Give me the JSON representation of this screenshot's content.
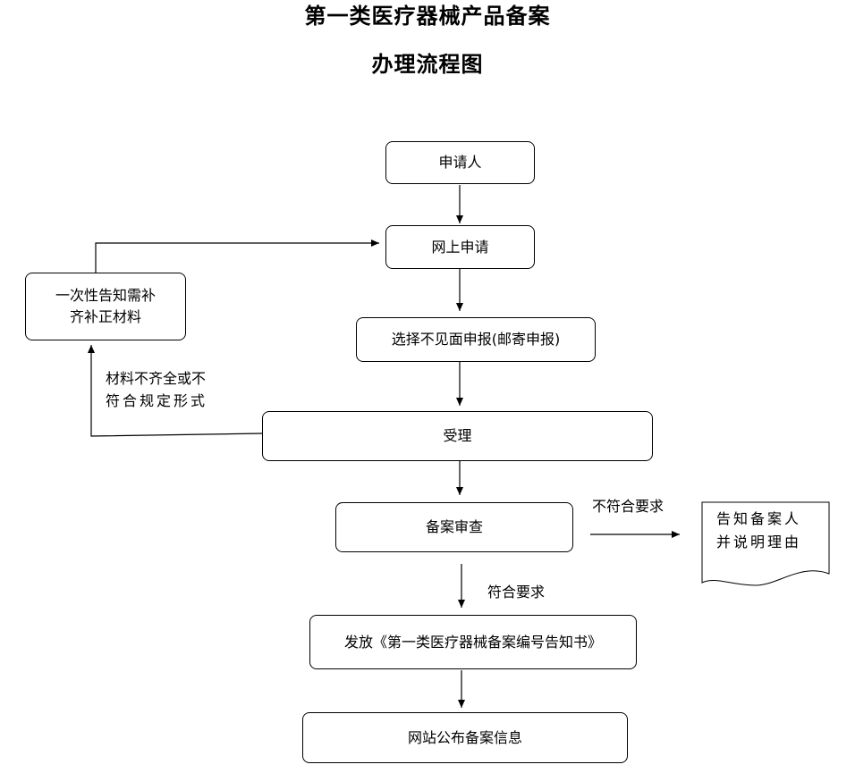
{
  "title": {
    "line1": "第一类医疗器械产品备案",
    "line2": "办理流程图"
  },
  "nodes": {
    "applicant": "申请人",
    "online_apply": "网上申请",
    "offline_apply": "选择不见面申报(邮寄申报)",
    "accept": "受理",
    "review": "备案审查",
    "issue_certificate": "发放《第一类医疗器械备案编号告知书》",
    "publish": "网站公布备案信息",
    "supplement": [
      "一次性告知需补",
      "齐补正材料"
    ],
    "notify_reason": [
      "告知备案人",
      "并说明理由"
    ]
  },
  "edge_labels": {
    "incomplete": [
      "材料不齐全或不",
      "符合规定形式"
    ],
    "not_compliant": "不符合要求",
    "compliant": "符合要求"
  }
}
